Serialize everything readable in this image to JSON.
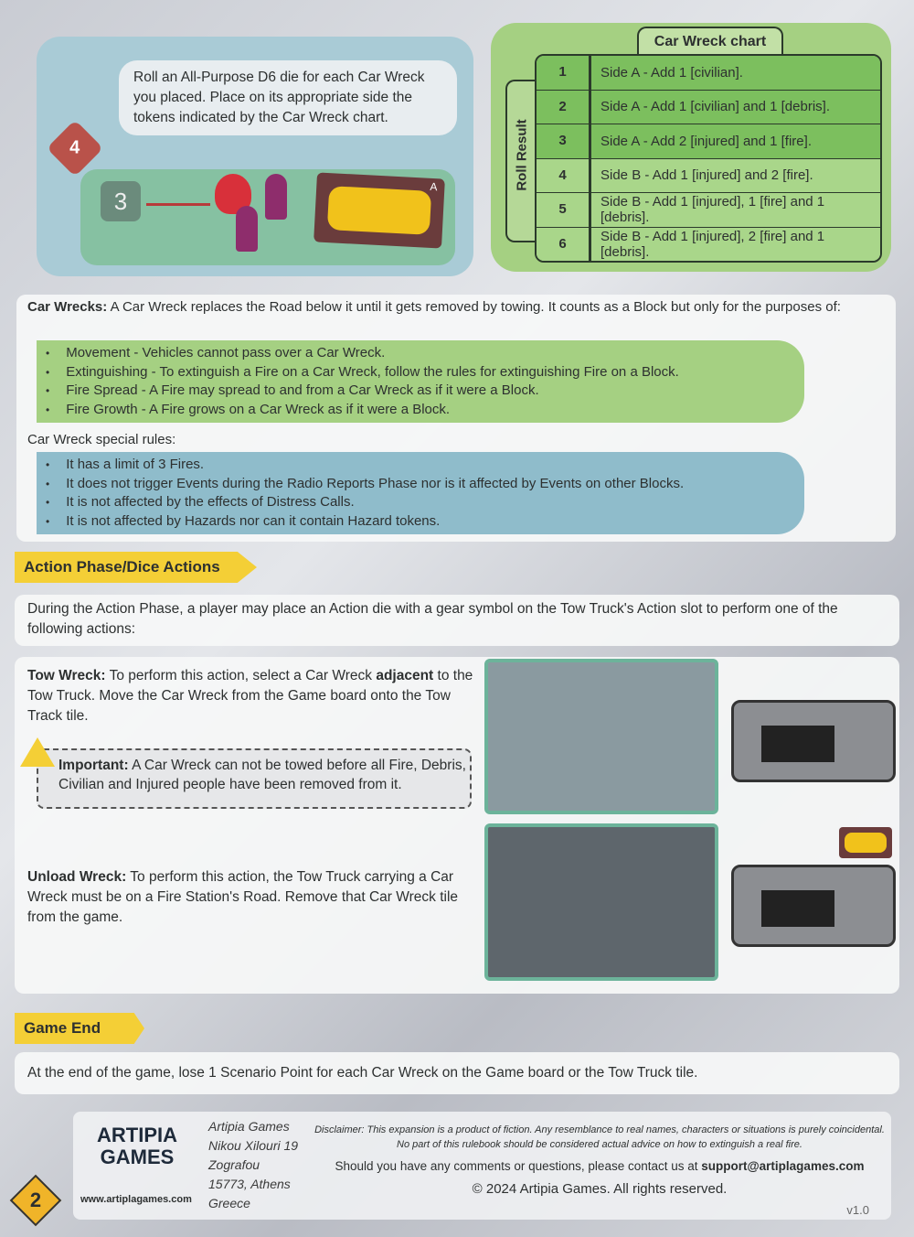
{
  "roll_panel": {
    "text": "Roll an All-Purpose D6 die for each Car Wreck you placed. Place on its appropriate side the tokens indicated by the Car Wreck chart.",
    "die_red": "4",
    "die_green": "3",
    "card_label": "A"
  },
  "chart": {
    "title": "Car Wreck chart",
    "side_label": "Roll Result",
    "rows": [
      {
        "roll": "1",
        "text": "Side A - Add 1 [civilian]."
      },
      {
        "roll": "2",
        "text": "Side A - Add 1 [civilian] and 1 [debris]."
      },
      {
        "roll": "3",
        "text": "Side A - Add 2 [injured] and 1 [fire]."
      },
      {
        "roll": "4",
        "text": "Side B - Add 1 [injured] and 2 [fire]."
      },
      {
        "roll": "5",
        "text": "Side B - Add 1 [injured], 1 [fire] and 1 [debris]."
      },
      {
        "roll": "6",
        "text": "Side B - Add 1 [injured], 2 [fire] and 1 [debris]."
      }
    ]
  },
  "car_wrecks": {
    "lead": "Car Wrecks:",
    "intro": " A Car Wreck replaces the Road below it until it gets removed by towing. It counts as a Block but only for the purposes of:",
    "bullets": [
      "Movement - Vehicles cannot pass over a Car Wreck.",
      "Extinguishing - To extinguish a Fire on a Car Wreck, follow the rules for extinguishing Fire on a Block.",
      "Fire Spread - A Fire may spread to and from a Car Wreck as if it were a Block.",
      "Fire Growth - A Fire grows on a Car Wreck as if it were a Block."
    ],
    "special_title": "Car Wreck special rules:",
    "special": [
      "It has a limit of 3 Fires.",
      "It does not trigger Events during the Radio Reports Phase nor is it affected by Events on other Blocks.",
      "It is not affected by the effects of Distress Calls.",
      "It is not affected by Hazards nor can it contain Hazard tokens."
    ]
  },
  "action": {
    "heading": "Action Phase/Dice Actions",
    "intro": "During the Action Phase, a player may place an Action die with a gear symbol on the Tow Truck's Action slot to perform one of the following actions:",
    "tow_lead": "Tow Wreck:",
    "tow_a": " To perform this action, select a Car Wreck ",
    "tow_b": "adjacent",
    "tow_c": " to the Tow Truck. Move the Car Wreck from the Game board onto the Tow Track tile.",
    "imp_lead": "Important:",
    "imp_text": " A Car Wreck can not be towed before all Fire, Debris, Civilian and Injured people have been removed from it.",
    "unload_lead": "Unload Wreck:",
    "unload_text": " To perform this action, the Tow Truck carrying a Car Wreck must be on a Fire Station's Road. Remove that Car Wreck tile from the game."
  },
  "game_end": {
    "heading": "Game End",
    "text": "At the end of the game, lose 1 Scenario Point for each Car Wreck on the Game board or the Tow Truck tile."
  },
  "footer": {
    "logo": "ARTIPIA GAMES",
    "website": "www.artiplagames.com",
    "address": [
      "Artipia Games",
      "Nikou Xilouri 19",
      "Zografou",
      "15773, Athens",
      "Greece"
    ],
    "disclaimer1": "Disclaimer: This expansion is a product of fiction. Any resemblance to real names, characters or situations is purely coincidental.",
    "disclaimer2": "No part of this rulebook should be considered actual advice on how to extinguish a real fire.",
    "contact": "Should you have any comments or questions, please contact us at ",
    "email": "support@artiplagames.com",
    "copyright": "© 2024 Artipia Games. All rights reserved.",
    "version": "v1.0",
    "page": "2"
  },
  "colors": {
    "yellow": "#f4cf36",
    "green": "#a5d082",
    "blue": "#a9cbd6"
  }
}
